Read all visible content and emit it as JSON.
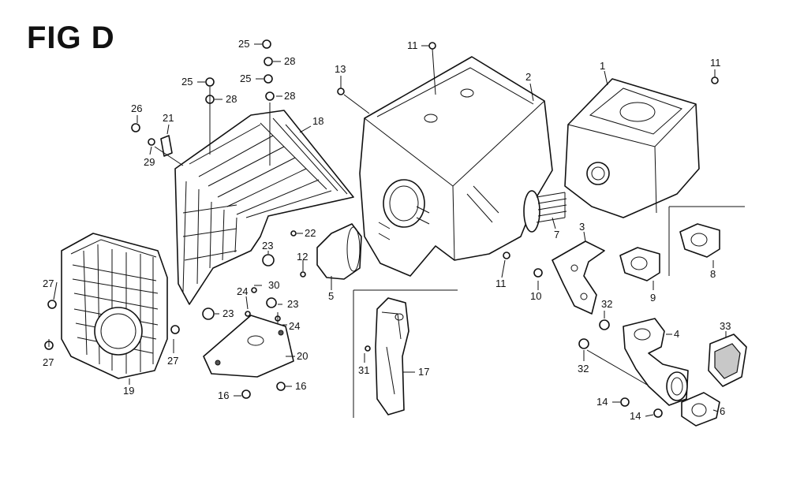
{
  "figure": {
    "title": "FIG D",
    "callouts": [
      {
        "id": "c-11a",
        "label": "11"
      },
      {
        "id": "c-25a",
        "label": "25"
      },
      {
        "id": "c-28a",
        "label": "28"
      },
      {
        "id": "c-25b",
        "label": "25"
      },
      {
        "id": "c-25c",
        "label": "25"
      },
      {
        "id": "c-28b",
        "label": "28"
      },
      {
        "id": "c-28c",
        "label": "28"
      },
      {
        "id": "c-13",
        "label": "13"
      },
      {
        "id": "c-2",
        "label": "2"
      },
      {
        "id": "c-1",
        "label": "1"
      },
      {
        "id": "c-11b",
        "label": "11"
      },
      {
        "id": "c-26",
        "label": "26"
      },
      {
        "id": "c-21",
        "label": "21"
      },
      {
        "id": "c-18",
        "label": "18"
      },
      {
        "id": "c-29",
        "label": "29"
      },
      {
        "id": "c-22",
        "label": "22"
      },
      {
        "id": "c-23a",
        "label": "23"
      },
      {
        "id": "c-12",
        "label": "12"
      },
      {
        "id": "c-7",
        "label": "7"
      },
      {
        "id": "c-3",
        "label": "3"
      },
      {
        "id": "c-11c",
        "label": "11"
      },
      {
        "id": "c-8",
        "label": "8"
      },
      {
        "id": "c-9",
        "label": "9"
      },
      {
        "id": "c-27a",
        "label": "27"
      },
      {
        "id": "c-30",
        "label": "30"
      },
      {
        "id": "c-24a",
        "label": "24"
      },
      {
        "id": "c-23b",
        "label": "23"
      },
      {
        "id": "c-5",
        "label": "5"
      },
      {
        "id": "c-10",
        "label": "10"
      },
      {
        "id": "c-32a",
        "label": "32"
      },
      {
        "id": "c-23c",
        "label": "23"
      },
      {
        "id": "c-24b",
        "label": "24"
      },
      {
        "id": "c-4",
        "label": "4"
      },
      {
        "id": "c-33",
        "label": "33"
      },
      {
        "id": "c-27b",
        "label": "27"
      },
      {
        "id": "c-27c",
        "label": "27"
      },
      {
        "id": "c-20",
        "label": "20"
      },
      {
        "id": "c-31",
        "label": "31"
      },
      {
        "id": "c-17",
        "label": "17"
      },
      {
        "id": "c-32b",
        "label": "32"
      },
      {
        "id": "c-19",
        "label": "19"
      },
      {
        "id": "c-16a",
        "label": "16"
      },
      {
        "id": "c-16b",
        "label": "16"
      },
      {
        "id": "c-14a",
        "label": "14"
      },
      {
        "id": "c-14b",
        "label": "14"
      },
      {
        "id": "c-6",
        "label": "6"
      }
    ]
  }
}
